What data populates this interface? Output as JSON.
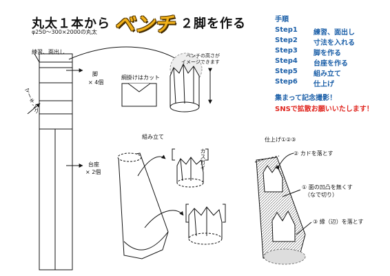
{
  "title": {
    "left": "丸太１本から",
    "bench": "ベンチ",
    "right": "２脚を作る"
  },
  "subtitle": "φ250～300×2000の丸太",
  "labels": {
    "practice": "練習、面出し",
    "leg_title": "脚",
    "leg_count": "× 4個",
    "seat_title": "台座",
    "seat_count": "× 2個",
    "marking": "マーキング",
    "cut_note": "綱掛けはカット",
    "height_note_1": "ベンチの高さが",
    "height_note_2": "イメージできます",
    "assemble": "組み立て",
    "kasugai": "カスガイ",
    "finish": "仕上げ①②③",
    "finish_1": "② カドを落とす",
    "finish_2a": "① 面の凹凸を無くす",
    "finish_2b": "（なで切り）",
    "finish_3": "③ 縁（辺）を落とす"
  },
  "steps": {
    "heading": "手順",
    "items": [
      {
        "num": "Step1",
        "text": "練習、面出し"
      },
      {
        "num": "Step2",
        "text": "寸法を入れる"
      },
      {
        "num": "Step3",
        "text": "脚を作る"
      },
      {
        "num": "Step4",
        "text": "台座を作る"
      },
      {
        "num": "Step5",
        "text": "組み立て"
      },
      {
        "num": "Step6",
        "text": "仕上げ"
      }
    ]
  },
  "notes": {
    "photo": "集まって記念撮影！",
    "sns": "SNSで拡散お願いいたします！"
  },
  "colors": {
    "steps": "#1b5fa8",
    "sns": "#e0261f",
    "bench": "#f2b21b"
  }
}
